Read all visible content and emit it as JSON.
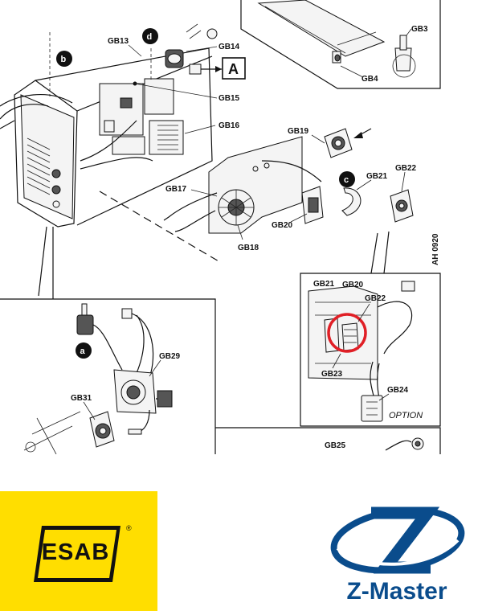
{
  "diagram": {
    "callouts": {
      "b": "b",
      "d": "d",
      "a": "a",
      "c": "c",
      "A": "A"
    },
    "labels": {
      "gb3": "GB3",
      "gb4": "GB4",
      "gb13": "GB13",
      "gb14": "GB14",
      "gb15": "GB15",
      "gb16": "GB16",
      "gb17": "GB17",
      "gb18": "GB18",
      "gb19": "GB19",
      "gb20": "GB20",
      "gb21": "GB21",
      "gb22": "GB22",
      "gb20_inset": "GB20",
      "gb21_inset": "GB21",
      "gb22_inset": "GB22",
      "gb23": "GB23",
      "gb24": "GB24",
      "gb25": "GB25",
      "gb29": "GB29",
      "gb31": "GB31",
      "option": "OPTION",
      "drawing_code": "AH 0920"
    },
    "colors": {
      "highlight": "#e01f26"
    }
  },
  "logos": {
    "esab": {
      "text": "ESAB",
      "reg": "®",
      "bg": "#ffde00"
    },
    "zmaster": {
      "text": "Z-Master",
      "color": "#0a4c8c",
      "icon": "z-master-swoosh-icon"
    }
  }
}
